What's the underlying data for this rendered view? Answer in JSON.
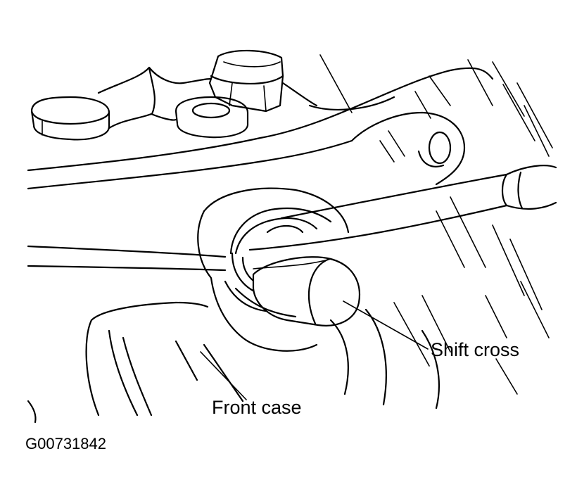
{
  "labels": {
    "shift_cross": "Shift cross",
    "front_case": "Front case"
  },
  "figure_id": "G00731842"
}
